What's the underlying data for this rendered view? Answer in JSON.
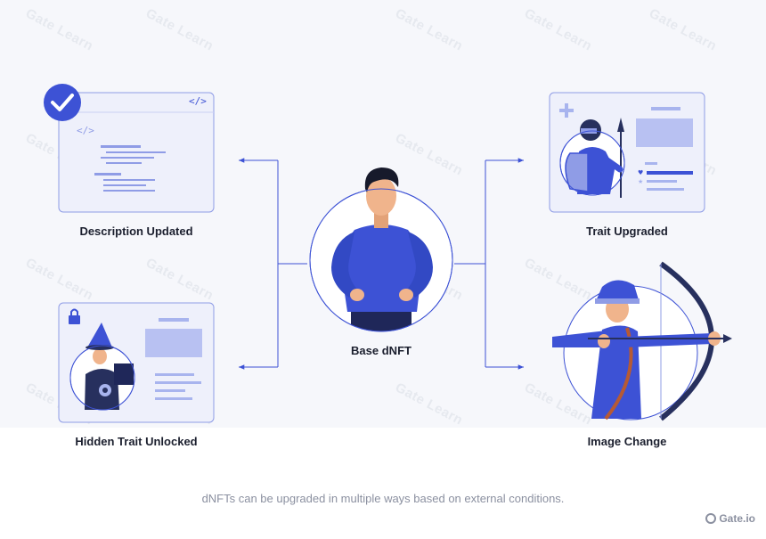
{
  "diagram": {
    "center_label": "Base dNFT",
    "nodes": [
      {
        "label": "Description Updated"
      },
      {
        "label": "Trait Upgraded"
      },
      {
        "label": "Hidden Trait Unlocked"
      },
      {
        "label": "Image Change"
      }
    ],
    "code_tag": "</>"
  },
  "caption": "dNFTs can be upgraded in multiple ways based on external conditions.",
  "watermark": "Gate Learn",
  "brand": "Gate.io",
  "colors": {
    "accent": "#3d52d5",
    "accent_light": "#a8b4ee",
    "card_bg": "#eef0fb",
    "card_border": "#8f9ce6",
    "skin": "#f0b48c",
    "dark_navy": "#27305e"
  }
}
